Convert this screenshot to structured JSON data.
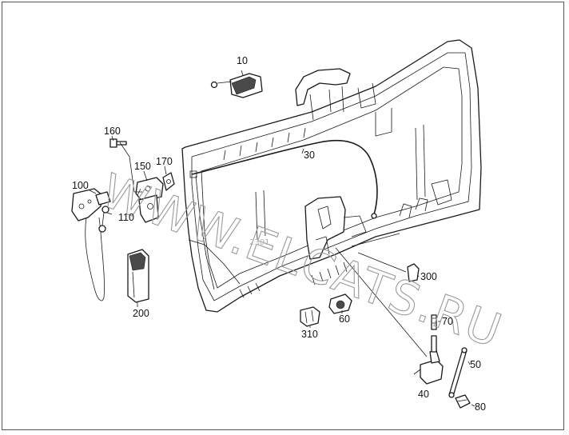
{
  "diagram": {
    "watermark_text": "WWW.ELCATS.RU",
    "watermark_id": "2301",
    "parts": [
      {
        "id": "10",
        "label": "10"
      },
      {
        "id": "30",
        "label": "30"
      },
      {
        "id": "40",
        "label": "40"
      },
      {
        "id": "50",
        "label": "50"
      },
      {
        "id": "60",
        "label": "60"
      },
      {
        "id": "70",
        "label": "70"
      },
      {
        "id": "80",
        "label": "80"
      },
      {
        "id": "100",
        "label": "100"
      },
      {
        "id": "110",
        "label": "110"
      },
      {
        "id": "150",
        "label": "150"
      },
      {
        "id": "160",
        "label": "160"
      },
      {
        "id": "170",
        "label": "170"
      },
      {
        "id": "200",
        "label": "200"
      },
      {
        "id": "300",
        "label": "300"
      },
      {
        "id": "310",
        "label": "310"
      }
    ]
  }
}
